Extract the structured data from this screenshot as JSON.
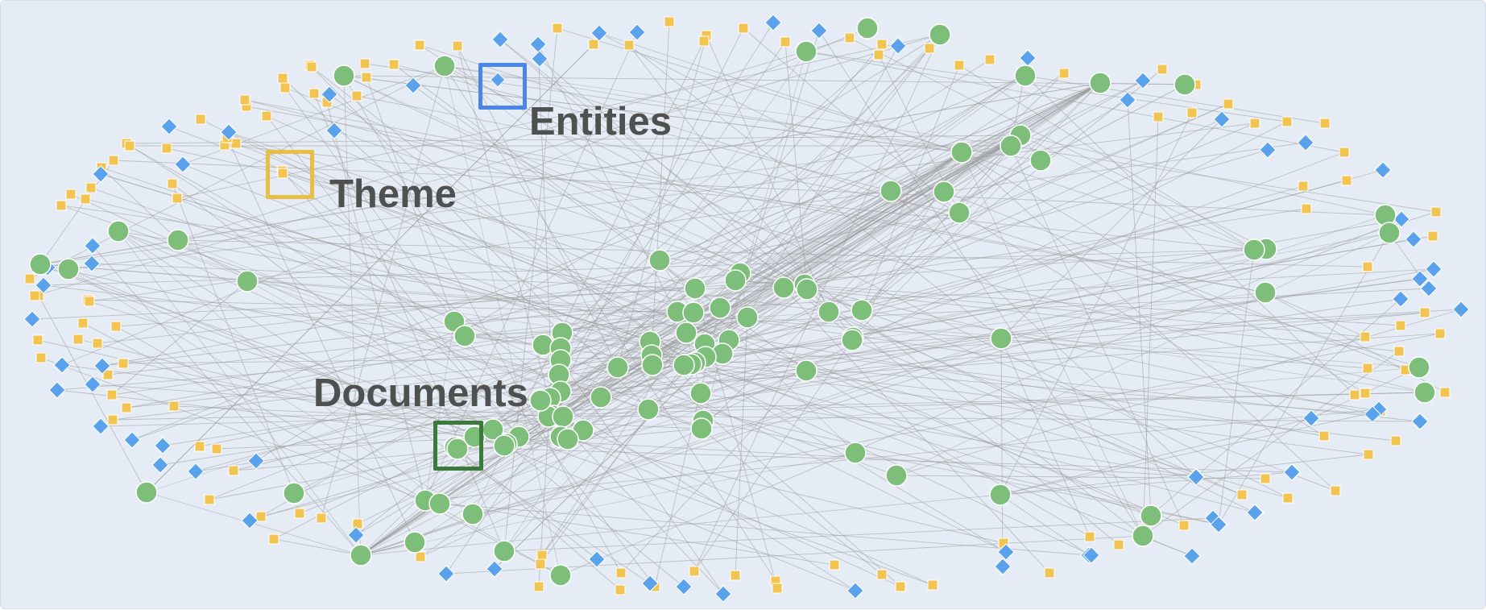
{
  "legend": {
    "entities_label": "Entities",
    "theme_label": "Theme",
    "documents_label": "Documents"
  },
  "colors": {
    "background": "#e6ecf5",
    "edge": "#9a9a9a",
    "document_node": "#7dbf7a",
    "document_stroke": "#ffffff",
    "entity_node": "#5aa3ec",
    "theme_node": "#f2c451",
    "entities_box": "#4a86e8",
    "theme_box": "#e8be47",
    "documents_box": "#3b7a3b"
  },
  "icons": {
    "document": "green-circle",
    "entity": "blue-diamond",
    "theme": "yellow-square"
  }
}
